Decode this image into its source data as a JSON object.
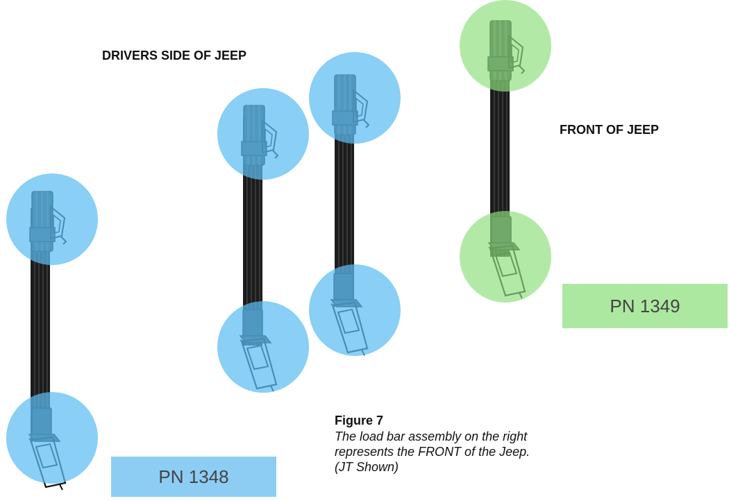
{
  "labels": {
    "drivers_side": "DRIVERS SIDE OF JEEP",
    "front": "FRONT OF JEEP"
  },
  "part_numbers": {
    "pn_1348": "PN 1348",
    "pn_1349": "PN 1349"
  },
  "caption": {
    "title": "Figure 7",
    "body": "The load bar assembly on the right\nrepresents the FRONT of the Jeep.\n(JT Shown)"
  },
  "colors": {
    "blue_highlight": "#5bbcf2",
    "green_highlight": "#8fdf7e",
    "pn_1348_box": "#8dcdf4",
    "pn_1349_box": "#ade8a0",
    "bar_dark": "#1c1c1c"
  }
}
